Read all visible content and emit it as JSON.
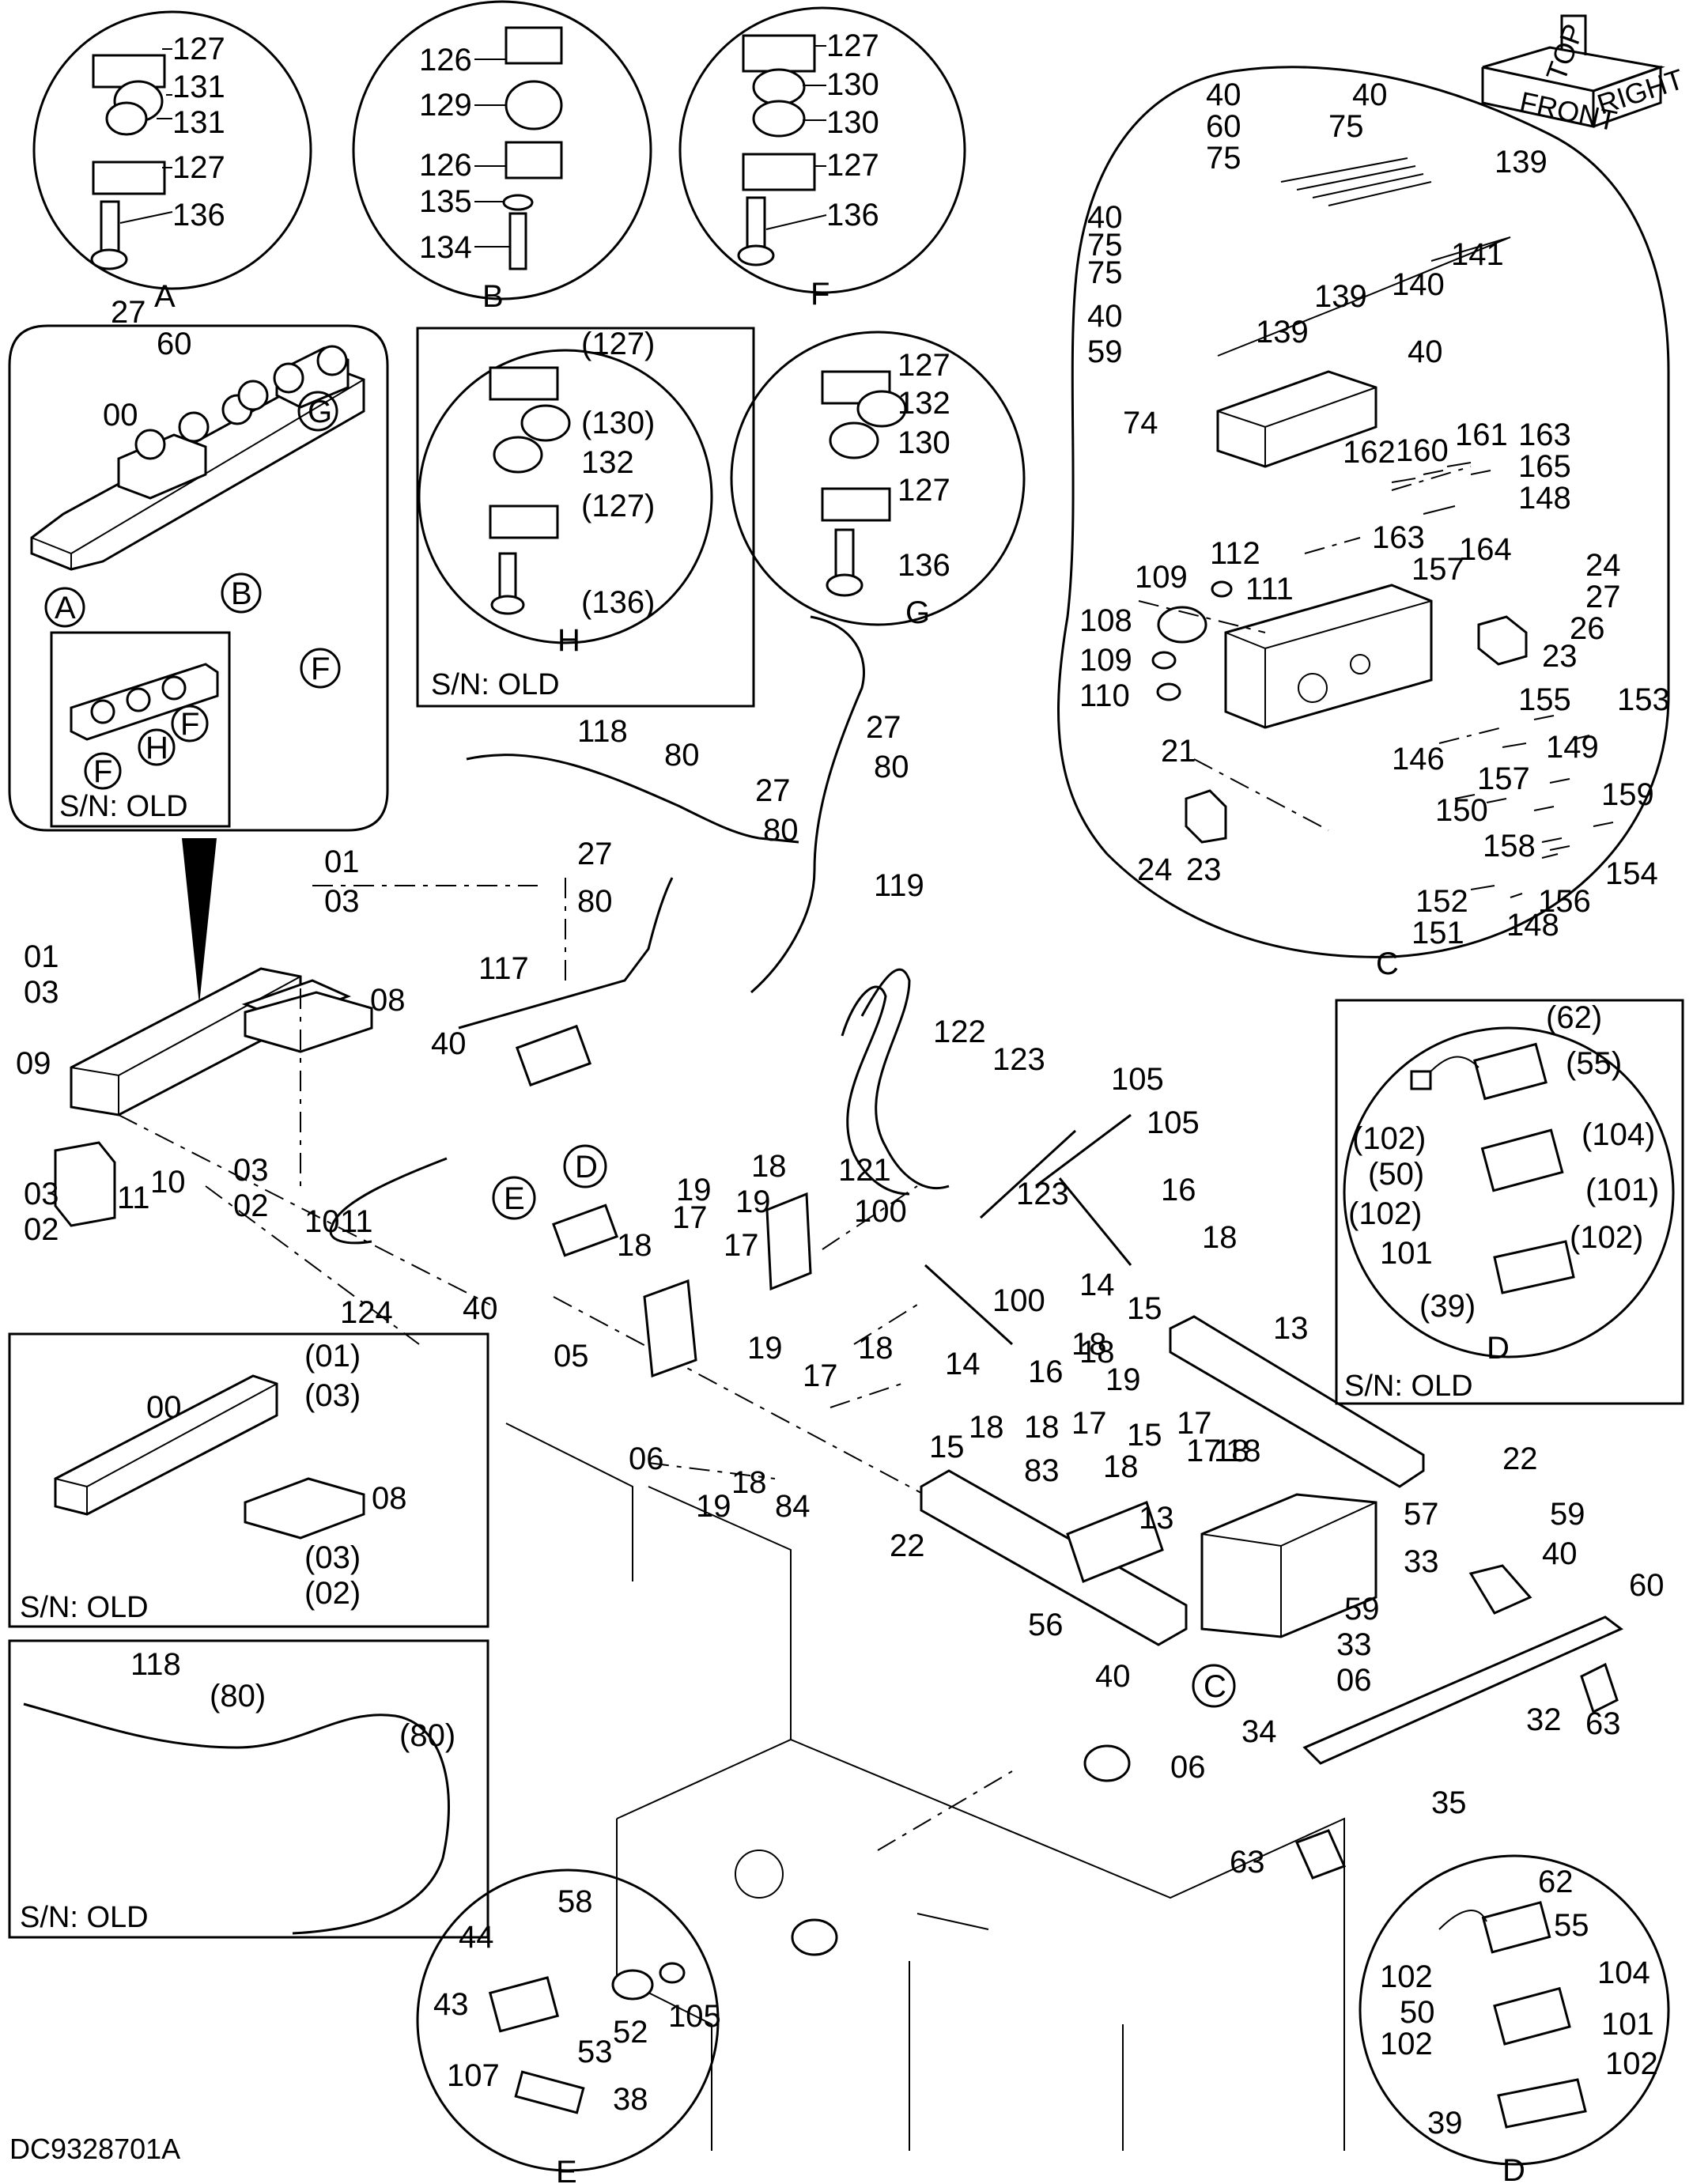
{
  "drawing_code": "DC9328701A",
  "orientation": {
    "top": "TOP",
    "front": "FRONT",
    "right": "RIGHT"
  },
  "serial_note": "S/N: OLD",
  "details": {
    "A": {
      "letter": "A",
      "labels": [
        "127",
        "131",
        "131",
        "127",
        "136"
      ]
    },
    "B": {
      "letter": "B",
      "labels": [
        "126",
        "129",
        "126",
        "135",
        "134"
      ]
    },
    "F": {
      "letter": "F",
      "labels": [
        "127",
        "130",
        "130",
        "127",
        "136"
      ]
    },
    "G": {
      "letter": "G",
      "labels": [
        "127",
        "132",
        "130",
        "127",
        "136"
      ]
    },
    "H": {
      "letter": "H",
      "labels": [
        "(127)",
        "(130)",
        "132",
        "(127)",
        "(136)"
      ]
    },
    "C": {
      "letter": "C",
      "labels": [
        "40",
        "40",
        "60",
        "75",
        "75",
        "139",
        "40",
        "75",
        "75",
        "141",
        "140",
        "139",
        "139",
        "40",
        "59",
        "40",
        "74",
        "160",
        "161",
        "163",
        "162",
        "165",
        "148",
        "163",
        "164",
        "157",
        "112",
        "111",
        "109",
        "24",
        "27",
        "108",
        "26",
        "109",
        "23",
        "110",
        "155",
        "153",
        "146",
        "149",
        "21",
        "157",
        "159",
        "150",
        "158",
        "24",
        "23",
        "154",
        "156",
        "152",
        "148",
        "151"
      ]
    },
    "D_old": {
      "letter": "D",
      "labels": [
        "(62)",
        "(55)",
        "(102)",
        "(104)",
        "(50)",
        "(101)",
        "(102)",
        "(102)",
        "101",
        "(39)"
      ]
    },
    "D": {
      "letter": "D",
      "labels": [
        "62",
        "55",
        "102",
        "104",
        "50",
        "101",
        "102",
        "102",
        "39"
      ]
    },
    "E": {
      "letter": "E",
      "labels": [
        "58",
        "44",
        "105",
        "43",
        "52",
        "53",
        "107",
        "38"
      ]
    }
  },
  "inset_top_left": {
    "labels": [
      "27",
      "60",
      "00"
    ],
    "callouts": [
      "G",
      "A",
      "B",
      "F"
    ],
    "sub_callouts": [
      "F",
      "H",
      "F"
    ]
  },
  "inset_old_frame": {
    "labels": [
      "(01)",
      "(03)",
      "00",
      "08",
      "(03)",
      "(02)"
    ]
  },
  "inset_old_hose": {
    "labels": [
      "118",
      "(80)",
      "(80)"
    ]
  },
  "main_labels": [
    "01",
    "03",
    "01",
    "03",
    "08",
    "09",
    "10",
    "11",
    "10",
    "11",
    "03",
    "02",
    "03",
    "02",
    "118",
    "80",
    "27",
    "27",
    "80",
    "27",
    "80",
    "80",
    "119",
    "117",
    "40",
    "122",
    "123",
    "105",
    "105",
    "121",
    "100",
    "123",
    "16",
    "14",
    "18",
    "15",
    "13",
    "19",
    "18",
    "19",
    "17",
    "18",
    "17",
    "100",
    "14",
    "16",
    "18",
    "19",
    "17",
    "18",
    "15",
    "18",
    "17",
    "18",
    "22",
    "124",
    "40",
    "05",
    "19",
    "18",
    "17",
    "06",
    "15",
    "18",
    "18",
    "17",
    "19",
    "18",
    "84",
    "83",
    "18",
    "13",
    "22",
    "56",
    "40",
    "57",
    "59",
    "33",
    "40",
    "60",
    "59",
    "33",
    "06",
    "34",
    "32",
    "63",
    "35",
    "06",
    "63"
  ],
  "main_callouts": [
    "D",
    "E",
    "C"
  ]
}
